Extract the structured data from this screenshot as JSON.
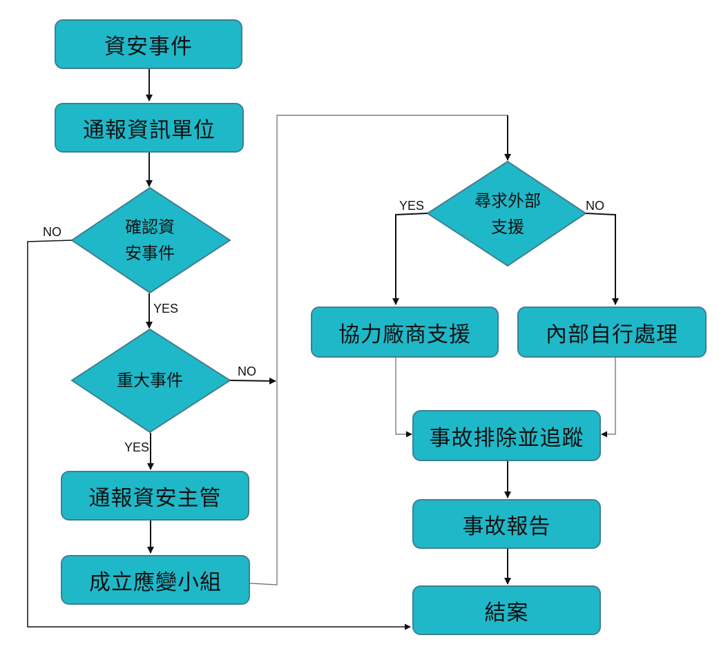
{
  "nodes": {
    "incident": "資安事件",
    "notify_it": "通報資訊單位",
    "confirm_line1": "確認資",
    "confirm_line2": "安事件",
    "major": "重大事件",
    "notify_supervisor": "通報資安主管",
    "form_team": "成立應變小組",
    "external_line1": "尋求外部",
    "external_line2": "支援",
    "vendor_support": "協力廠商支援",
    "internal_handling": "內部自行處理",
    "troubleshoot": "事故排除並追蹤",
    "report": "事故報告",
    "close": "結案"
  },
  "edge_labels": {
    "confirm_no": "NO",
    "confirm_yes": "YES",
    "major_no": "NO",
    "major_yes": "YES",
    "external_yes": "YES",
    "external_no": "NO"
  },
  "colors": {
    "node_fill": "#1fb8c9",
    "node_border": "#3f7f8f",
    "arrow": "#111111",
    "thin_line": "#666666"
  }
}
